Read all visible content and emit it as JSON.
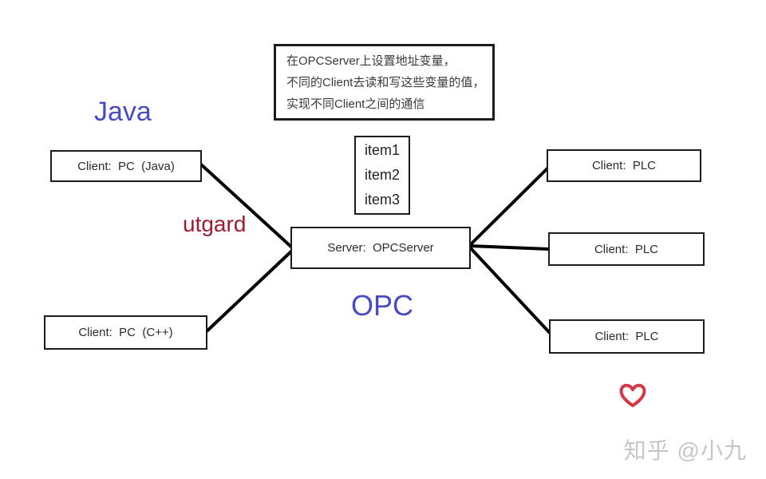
{
  "note": {
    "lines": [
      "在OPCServer上设置地址变量，",
      "不同的Client去读和写这些变量的值，",
      "实现不同Client之间的通信"
    ]
  },
  "annotations": {
    "java": "Java",
    "utgard": "utgard",
    "opc": "OPC"
  },
  "items": [
    "item1",
    "item2",
    "item3"
  ],
  "server": {
    "label": "Server:  OPCServer"
  },
  "clients": {
    "java": "Client:  PC  (Java)",
    "cpp": "Client:  PC  (C++)",
    "plc": [
      "Client:  PLC",
      "Client:  PLC",
      "Client:  PLC"
    ]
  },
  "watermark": "知乎 @小九",
  "icons": {
    "heart": "heart-outline-icon"
  },
  "colors": {
    "accent_blue": "#474bc8",
    "dark_red": "#9e1b32",
    "heart_red": "#d53848",
    "watermark_gray": "#c6c6c6",
    "line_black": "#000000"
  }
}
